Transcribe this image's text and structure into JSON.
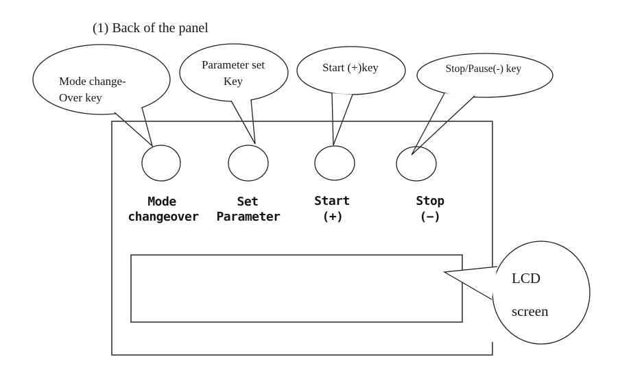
{
  "title": "(1) Back of the panel",
  "callouts": {
    "mode_changeover": {
      "line1": "Mode change-",
      "line2": "Over key"
    },
    "parameter_set": {
      "line1": "Parameter set",
      "line2": "Key"
    },
    "start": {
      "line1": "Start (+)key"
    },
    "stop": {
      "line1": "Stop/Pause(-) key"
    },
    "lcd": {
      "line1": "LCD",
      "line2": "screen"
    }
  },
  "keys": {
    "mode": {
      "line1": "Mode",
      "line2": "changeover"
    },
    "set": {
      "line1": "Set",
      "line2": "Parameter"
    },
    "start": {
      "line1": "Start",
      "line2": "(+)"
    },
    "stop": {
      "line1": "Stop",
      "line2": "(−)"
    }
  },
  "colors": {
    "line": "#1c1c1c",
    "panel_line": "#3f3f3f",
    "text": "#161616",
    "background": "#ffffff"
  }
}
